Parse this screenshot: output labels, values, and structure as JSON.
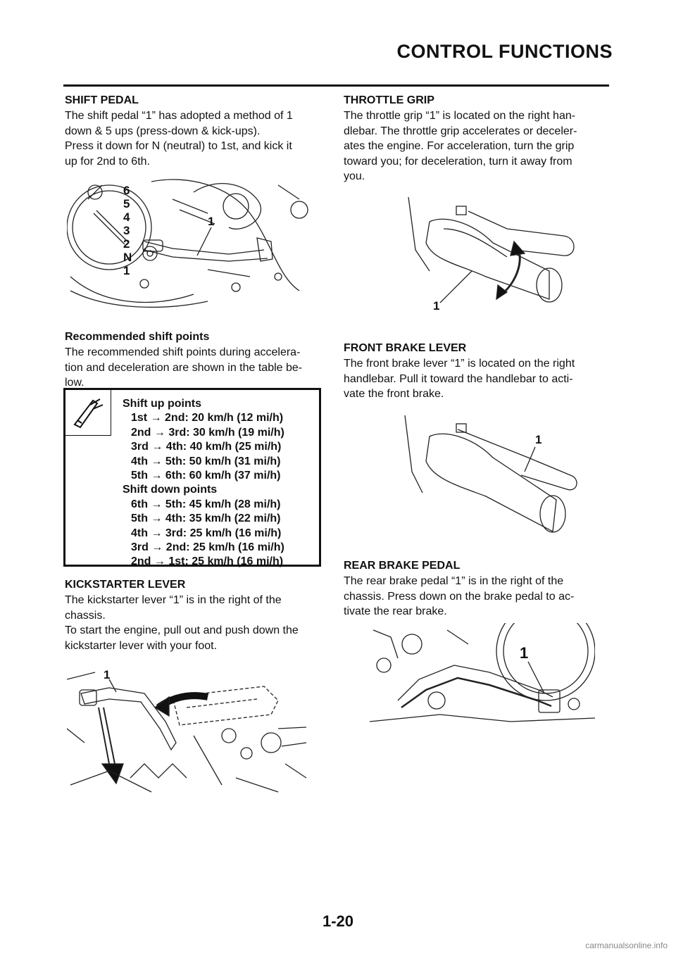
{
  "header": {
    "title": "CONTROL FUNCTIONS"
  },
  "shift_pedal": {
    "heading": "SHIFT PEDAL",
    "lines": [
      "The shift pedal “1” has adopted a method of 1",
      "down & 5 ups (press-down & kick-ups).",
      "Press it down for N (neutral) to 1st, and kick it",
      "up for 2nd to 6th."
    ],
    "figure_labels": [
      "6",
      "5",
      "4",
      "3",
      "2",
      "N",
      "1"
    ],
    "callout": "1"
  },
  "recommended": {
    "heading": "Recommended shift points",
    "lines": [
      "The recommended shift points during accelera-",
      "tion and deceleration are shown in the table be-",
      "low."
    ]
  },
  "spec_box": {
    "icon": "caliper-tool-icon",
    "up_title": "Shift up points",
    "up_items": [
      "1st → 2nd: 20 km/h (12 mi/h)",
      "2nd → 3rd: 30 km/h (19 mi/h)",
      "3rd → 4th: 40 km/h (25 mi/h)",
      "4th → 5th: 50 km/h (31 mi/h)",
      "5th → 6th: 60 km/h (37 mi/h)"
    ],
    "down_title": "Shift down points",
    "down_items": [
      "6th → 5th: 45 km/h (28 mi/h)",
      "5th → 4th: 35 km/h (22 mi/h)",
      "4th → 3rd: 25 km/h (16 mi/h)",
      "3rd → 2nd: 25 km/h (16 mi/h)",
      "2nd → 1st: 25 km/h (16 mi/h)"
    ]
  },
  "kickstarter": {
    "heading": "KICKSTARTER LEVER",
    "lines": [
      "The kickstarter lever “1” is in the right of the",
      "chassis.",
      "To start the engine, pull out and push down the",
      "kickstarter lever with your foot."
    ],
    "callout": "1"
  },
  "throttle": {
    "heading": "THROTTLE GRIP",
    "lines": [
      "The throttle grip “1” is located on the right han-",
      "dlebar. The throttle grip accelerates or deceler-",
      "ates the engine. For acceleration, turn the grip",
      "toward you; for deceleration, turn it away from",
      "you."
    ],
    "callout": "1"
  },
  "front_brake": {
    "heading": "FRONT BRAKE LEVER",
    "lines": [
      "The front brake lever “1” is located on the right",
      "handlebar. Pull it toward the handlebar to acti-",
      "vate the front brake."
    ],
    "callout": "1"
  },
  "rear_brake": {
    "heading": "REAR BRAKE PEDAL",
    "lines": [
      "The rear brake pedal “1” is in the right of the",
      "chassis. Press down on the brake pedal to ac-",
      "tivate the rear brake."
    ],
    "callout": "1"
  },
  "footer": {
    "page": "1-20",
    "watermark": "carmanualsonline.info"
  }
}
